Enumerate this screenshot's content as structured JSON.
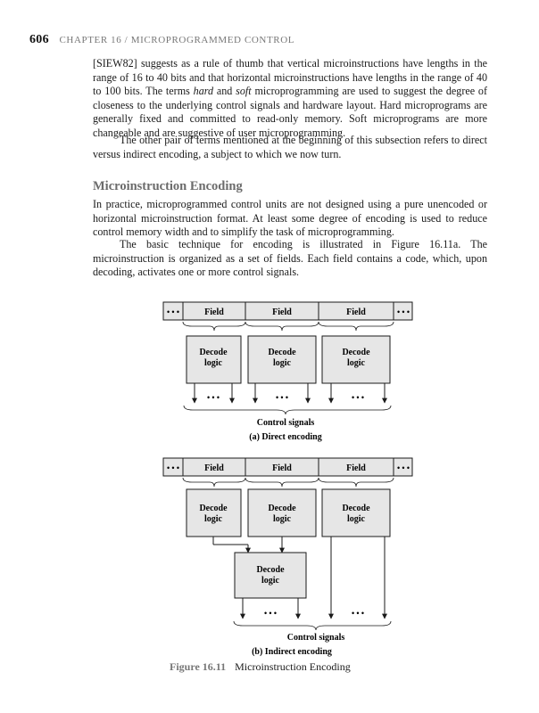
{
  "header": {
    "page_number": "606",
    "chapter": "CHAPTER 16 / MICROPROGRAMMED CONTROL"
  },
  "paragraphs": {
    "p1_a": "[SIEW82] suggests as a rule of thumb that vertical microinstructions have lengths in the range of 16 to 40 bits and that horizontal microinstructions have lengths in the range of 40 to 100 bits. The terms ",
    "p1_hard": "hard",
    "p1_b": " and ",
    "p1_soft": "soft",
    "p1_c": " microprogramming are used to suggest the degree of closeness to the underlying control signals and hardware layout. Hard microprograms are generally fixed and committed to read-only memory. Soft microprograms are more changeable and are suggestive of user microprogramming.",
    "p2": "The other pair of terms mentioned at the beginning of this subsection refers to direct versus indirect encoding, a subject to which we now turn.",
    "section_heading": "Microinstruction Encoding",
    "p3": "In practice, microprogrammed control units are not designed using a pure unencoded or horizontal microinstruction format. At least some degree of encoding is used to reduce control memory width and to simplify the task of microprogramming.",
    "p4": "The basic technique for encoding is illustrated in Figure 16.11a. The microinstruction is organized as a set of fields. Each field contains a code, which, upon decoding, activates one or more control signals."
  },
  "figure": {
    "ellipsis": "• • •",
    "field_label": "Field",
    "decode_line1": "Decode",
    "decode_line2": "logic",
    "control_signals": "Control signals",
    "direct_caption": "(a) Direct encoding",
    "indirect_caption": "(b) Indirect encoding",
    "figure_label": "Figure 16.11",
    "figure_title": "Microinstruction Encoding",
    "box_fill": "#e6e6e6",
    "stroke": "#1a1a1a"
  }
}
